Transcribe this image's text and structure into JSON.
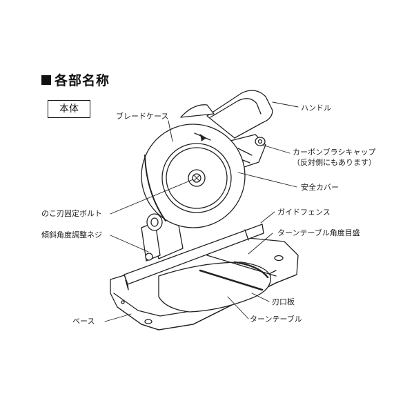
{
  "heading": "各部名称",
  "section": "本体",
  "labels": {
    "blade_case": "ブレードケース",
    "handle": "ハンドル",
    "carbon_brush_cap": "カーボンブラシキャップ",
    "carbon_brush_note": "（反対側にもあります）",
    "safety_cover": "安全カバー",
    "blade_bolt": "のこ刃固定ボルト",
    "guide_fence": "ガイドフェンス",
    "bevel_screw": "傾斜角度調整ネジ",
    "turntable_scale": "ターンテーブル角度目盛",
    "blade_plate": "刃口板",
    "base": "ベース",
    "turntable": "ターンテーブル"
  }
}
